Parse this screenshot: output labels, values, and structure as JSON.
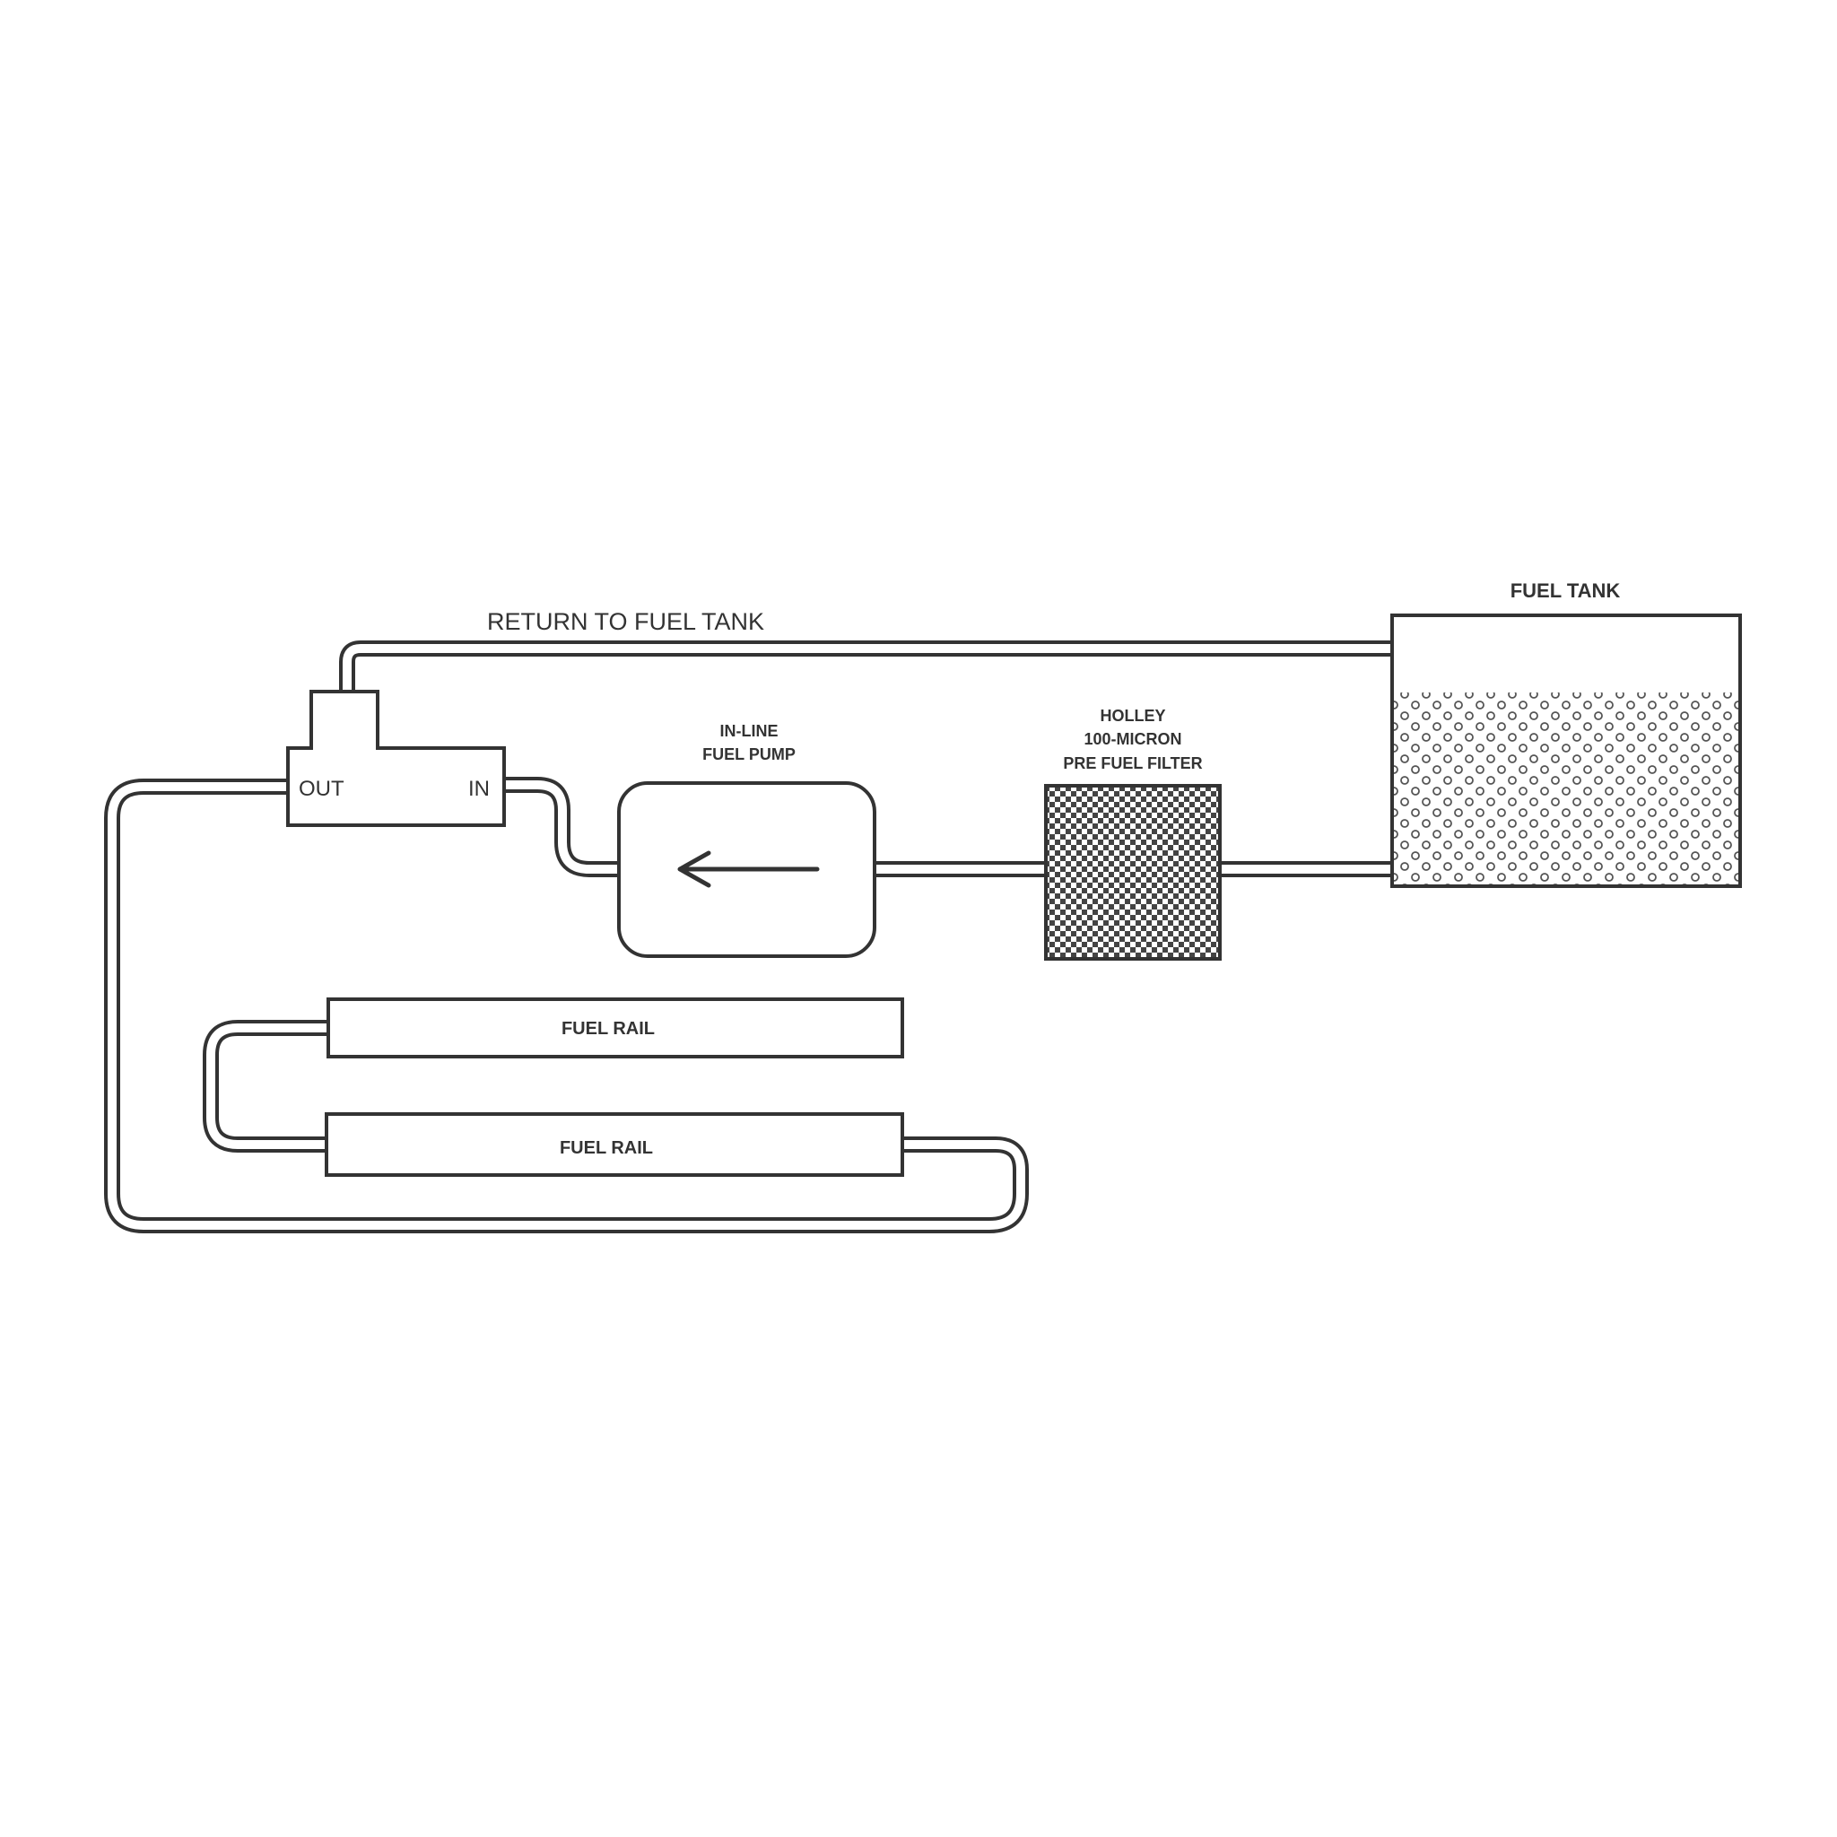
{
  "labels": {
    "return_line": "RETURN TO FUEL TANK",
    "fuel_tank": "FUEL TANK",
    "pump_line1": "IN-LINE",
    "pump_line2": "FUEL PUMP",
    "filter_line1": "HOLLEY",
    "filter_line2": "100-MICRON",
    "filter_line3": "PRE FUEL FILTER",
    "regulator_out": "OUT",
    "regulator_in": "IN",
    "rail_upper": "FUEL RAIL",
    "rail_lower": "FUEL RAIL"
  },
  "colors": {
    "line": "#333333",
    "background": "#ffffff"
  }
}
